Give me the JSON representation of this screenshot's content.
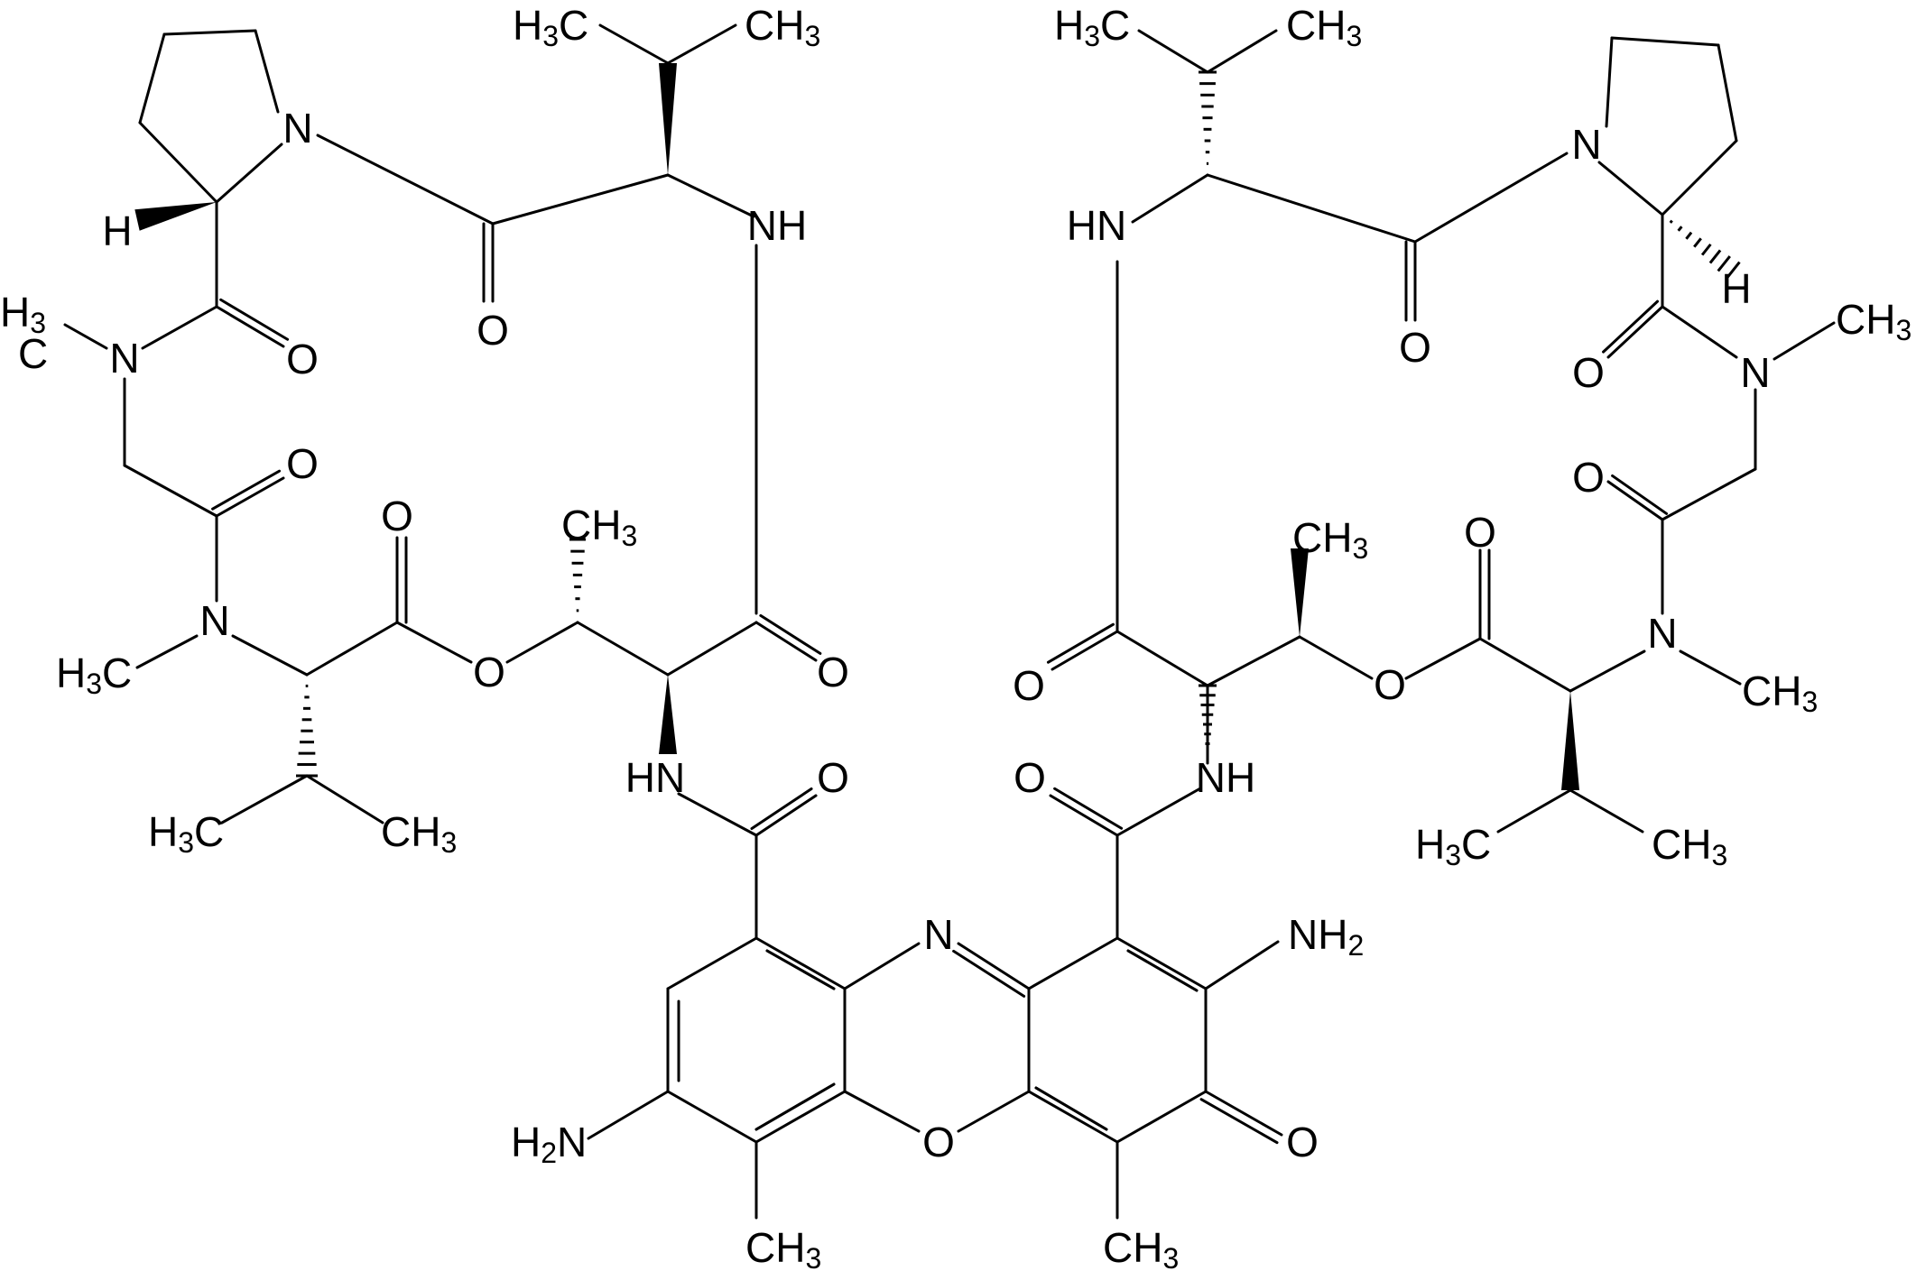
{
  "diagram": {
    "type": "chemical-structure",
    "atoms": [
      {
        "id": "n_pro_l",
        "label": "N"
      },
      {
        "id": "nh_val_l",
        "label": "NH"
      },
      {
        "id": "o_val_l",
        "label": "O"
      },
      {
        "id": "h_pro_l",
        "label": "H"
      },
      {
        "id": "n_sar_l",
        "label": "N"
      },
      {
        "id": "o_pro_l",
        "label": "O"
      },
      {
        "id": "o_sar_l",
        "label": "O"
      },
      {
        "id": "o_mval_l",
        "label": "O"
      },
      {
        "id": "o_ester_l",
        "label": "O"
      },
      {
        "id": "n_mval_l",
        "label": "N"
      },
      {
        "id": "o_thr_l",
        "label": "O"
      },
      {
        "id": "hn_thr_l",
        "label": "HN"
      },
      {
        "id": "o_amide_l",
        "label": "O"
      },
      {
        "id": "n_ring",
        "label": "N"
      },
      {
        "id": "o_ring",
        "label": "O"
      },
      {
        "id": "o_ketone",
        "label": "O"
      },
      {
        "id": "n_pro_r",
        "label": "N"
      },
      {
        "id": "hn_val_r",
        "label": "HN"
      },
      {
        "id": "o_val_r",
        "label": "O"
      },
      {
        "id": "h_pro_r",
        "label": "H"
      },
      {
        "id": "n_sar_r",
        "label": "N"
      },
      {
        "id": "o_pro_r",
        "label": "O"
      },
      {
        "id": "o_sar_r",
        "label": "O"
      },
      {
        "id": "o_mval_r",
        "label": "O"
      },
      {
        "id": "o_ester_r",
        "label": "O"
      },
      {
        "id": "n_mval_r",
        "label": "N"
      },
      {
        "id": "o_thr_r",
        "label": "O"
      },
      {
        "id": "nh_thr_r",
        "label": "NH"
      },
      {
        "id": "o_amide_r",
        "label": "O"
      }
    ],
    "groups": [
      {
        "id": "ipr_top_l_a",
        "main": "H",
        "sub": "3",
        "tail": "C"
      },
      {
        "id": "ipr_top_l_b",
        "main": "CH",
        "sub": "3",
        "tail": ""
      },
      {
        "id": "sar_me_l_a",
        "main": "H",
        "sub": "3",
        "tail": ""
      },
      {
        "id": "sar_me_l_b",
        "main": "C",
        "sub": "",
        "tail": ""
      },
      {
        "id": "nme_l",
        "main": "H",
        "sub": "3",
        "tail": "C"
      },
      {
        "id": "ipr_bot_l_a",
        "main": "H",
        "sub": "3",
        "tail": "C"
      },
      {
        "id": "ipr_bot_l_b",
        "main": "CH",
        "sub": "3",
        "tail": ""
      },
      {
        "id": "thr_me_l",
        "main": "CH",
        "sub": "3",
        "tail": ""
      },
      {
        "id": "nh2_l",
        "main": "H",
        "sub": "2",
        "tail": "N"
      },
      {
        "id": "me_ring_l",
        "main": "CH",
        "sub": "3",
        "tail": ""
      },
      {
        "id": "me_ring_r",
        "main": "CH",
        "sub": "3",
        "tail": ""
      },
      {
        "id": "nh2_r",
        "main": "NH",
        "sub": "2",
        "tail": ""
      },
      {
        "id": "ipr_top_r_a",
        "main": "H",
        "sub": "3",
        "tail": "C"
      },
      {
        "id": "ipr_top_r_b",
        "main": "CH",
        "sub": "3",
        "tail": ""
      },
      {
        "id": "sar_me_r",
        "main": "CH",
        "sub": "3",
        "tail": ""
      },
      {
        "id": "thr_me_r",
        "main": "CH",
        "sub": "3",
        "tail": ""
      },
      {
        "id": "nme_r",
        "main": "CH",
        "sub": "3",
        "tail": ""
      },
      {
        "id": "ipr_bot_r_a",
        "main": "H",
        "sub": "3",
        "tail": "C"
      },
      {
        "id": "ipr_bot_r_b",
        "main": "CH",
        "sub": "3",
        "tail": ""
      }
    ]
  }
}
